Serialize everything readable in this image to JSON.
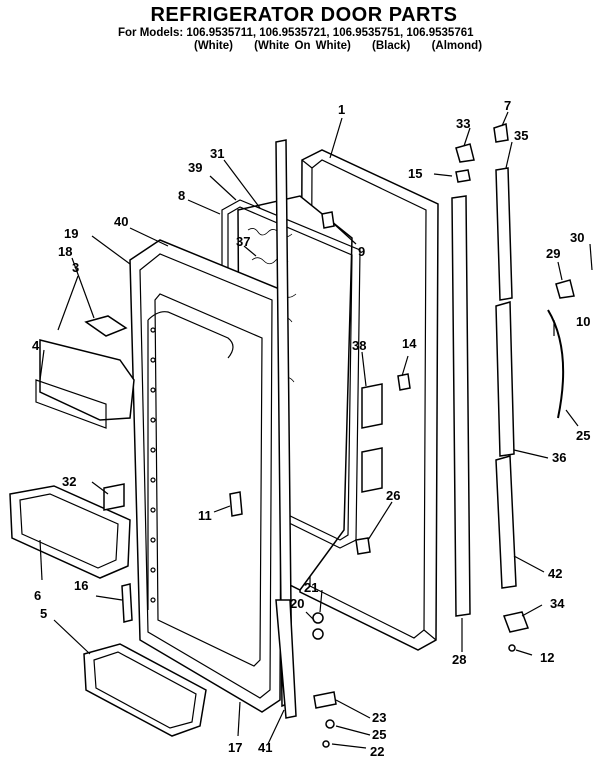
{
  "header": {
    "title": "REFRIGERATOR DOOR PARTS",
    "models": "For Models: 106.9535711, 106.9535721, 106.9535751, 106.9535761",
    "finishes": [
      "(White)",
      "(White On White)",
      "(Black)",
      "(Almond)"
    ]
  },
  "callouts": {
    "c1": "1",
    "c3": "3",
    "c4": "4",
    "c5": "5",
    "c6": "6",
    "c7": "7",
    "c8": "8",
    "c9": "9",
    "c10": "10",
    "c11": "11",
    "c12": "12",
    "c14": "14",
    "c15": "15",
    "c16": "16",
    "c17": "17",
    "c18": "18",
    "c19": "19",
    "c20": "20",
    "c21": "21",
    "c22": "22",
    "c23": "23",
    "c25a": "25",
    "c25b": "25",
    "c26": "26",
    "c28": "28",
    "c29": "29",
    "c30": "30",
    "c31": "31",
    "c32": "32",
    "c33": "33",
    "c34": "34",
    "c35": "35",
    "c36": "36",
    "c37": "37",
    "c38": "38",
    "c39": "39",
    "c40": "40",
    "c41": "41",
    "c42": "42"
  }
}
